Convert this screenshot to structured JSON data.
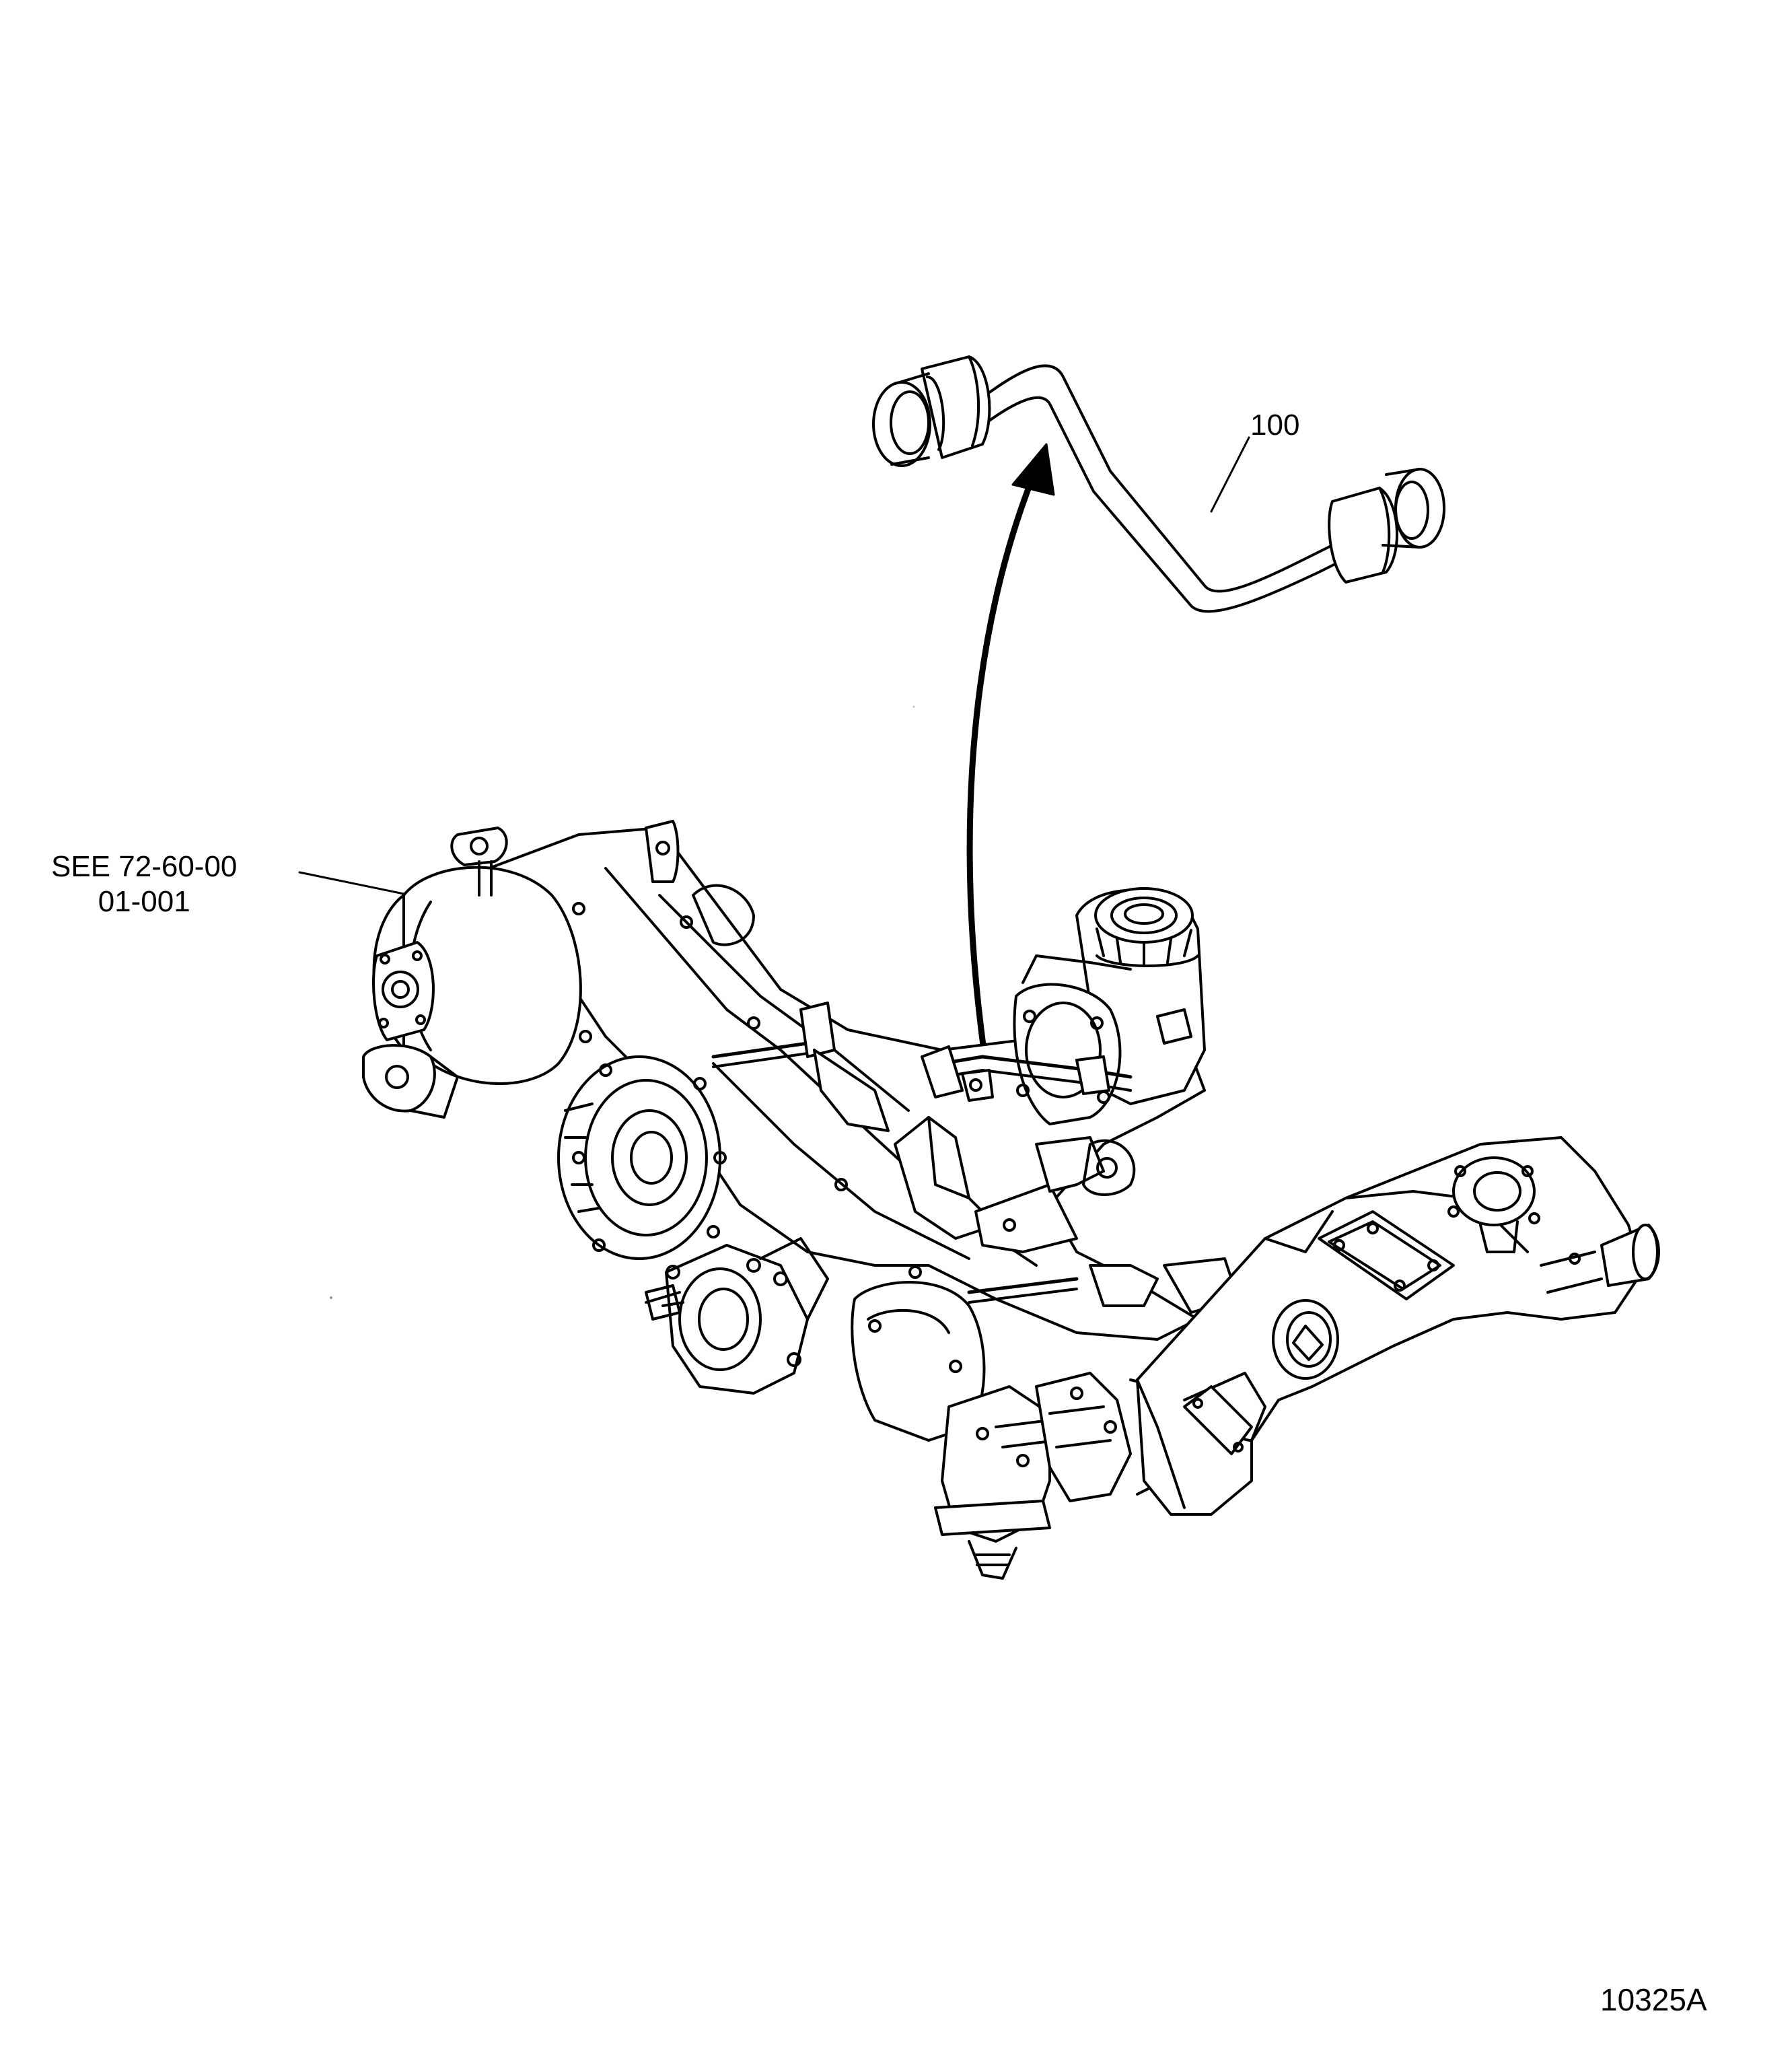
{
  "illustration": {
    "item_callout": "100",
    "reference_line1": "SEE 72-60-00",
    "reference_line2": "01-001",
    "figure_number": "10325A"
  },
  "colors": {
    "ink": "#000000",
    "paper": "#ffffff"
  },
  "icons": {
    "arrow": "curved-arrow-icon"
  }
}
